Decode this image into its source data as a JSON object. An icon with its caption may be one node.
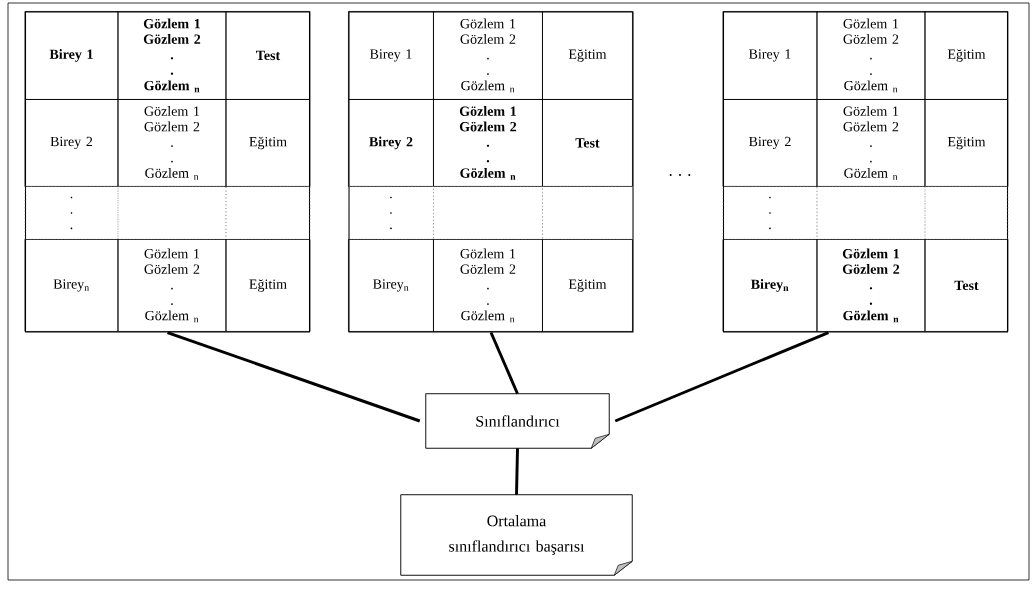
{
  "diagram": {
    "nodes": [
      {
        "text": [],
        "shape": "box"
      },
      {
        "text": [
          "Birey 1"
        ],
        "in": 0
      },
      {
        "text": [
          "Gözlem 1",
          "Gözlem 2",
          ".",
          ".",
          "Gözlem $_{n}$"
        ],
        "in": 0
      },
      {
        "text": [
          "Test"
        ],
        "in": 0
      },
      {
        "text": [
          "Birey 2"
        ],
        "in": 0
      },
      {
        "text": [
          "Gözlem 1",
          "Gözlem 2",
          ".",
          ".",
          "Gözlem $_{n}$"
        ],
        "in": 0
      },
      {
        "text": [
          "Eğitim"
        ],
        "in": 0
      },
      {
        "text": [
          ".",
          ".",
          "."
        ],
        "in": 0
      },
      {
        "text": [],
        "shape": "box",
        "in": 0
      },
      {
        "text": [],
        "shape": "box",
        "in": 0
      },
      {
        "text": [
          "Birey$_{n}$"
        ],
        "in": 0
      },
      {
        "text": [
          "Gözlem 1",
          "Gözlem 2",
          ".",
          ".",
          "Gözlem $_{n}$"
        ],
        "in": 0
      },
      {
        "text": [
          "Eğitim"
        ],
        "in": 0
      },
      {
        "text": [],
        "shape": "box"
      },
      {
        "text": [
          "Birey 1"
        ],
        "in": 13
      },
      {
        "text": [
          "Gözlem 1",
          "Gözlem 2",
          ".",
          ".",
          "Gözlem $_{n}$"
        ],
        "in": 13
      },
      {
        "text": [
          "Eğitim"
        ],
        "in": 13
      },
      {
        "text": [
          "Birey 2"
        ],
        "in": 13
      },
      {
        "text": [
          "Gözlem 1",
          "Gözlem 2",
          ".",
          ".",
          "Gözlem $_{n}$"
        ],
        "in": 13
      },
      {
        "text": [
          "Test"
        ],
        "in": 13
      },
      {
        "text": [
          ".",
          ".",
          "."
        ],
        "in": 13
      },
      {
        "text": [],
        "shape": "box",
        "in": 13
      },
      {
        "text": [],
        "shape": "box",
        "in": 13
      },
      {
        "text": [
          "Birey$_{n}$"
        ],
        "in": 13
      },
      {
        "text": [
          "Gözlem 1",
          "Gözlem 2",
          ".",
          ".",
          "Gözlem $_{n}$"
        ],
        "in": 13
      },
      {
        "text": [
          "Eğitim"
        ],
        "in": 13
      },
      {
        "text": [],
        "shape": "box"
      },
      {
        "text": [
          "Birey 1"
        ],
        "in": 26
      },
      {
        "text": [
          "Gözlem 1",
          "Gözlem 2",
          ".",
          ".",
          "Gözlem $_{n}$"
        ],
        "in": 26
      },
      {
        "text": [
          "Eğitim"
        ],
        "in": 26
      },
      {
        "text": [
          "Birey 2"
        ],
        "in": 26
      },
      {
        "text": [
          "Gözlem 1",
          "Gözlem 2",
          ".",
          ".",
          "Gözlem $_{n}$"
        ],
        "in": 26
      },
      {
        "text": [
          "Eğitim"
        ],
        "in": 26
      },
      {
        "text": [
          ".",
          ".",
          "."
        ],
        "in": 26
      },
      {
        "text": [],
        "shape": "box",
        "in": 26
      },
      {
        "text": [],
        "shape": "box",
        "in": 26
      },
      {
        "text": [
          "Birey$_{n}$"
        ],
        "in": 26
      },
      {
        "text": [
          "Gözlem 1",
          "Gözlem 2",
          ".",
          ".",
          "Gözlem $_{n}$"
        ],
        "in": 26
      },
      {
        "text": [
          "Test"
        ],
        "in": 26
      },
      {
        "text": [
          "Sınıflandırıcı"
        ]
      },
      {
        "text": [
          "Ortalama sınıflandırıcı başarısı"
        ]
      }
    ],
    "edges": [
      {
        "from": 0,
        "to": 39,
        "arrow": "none"
      },
      {
        "from": 13,
        "to": 39,
        "arrow": "none"
      },
      {
        "from": 26,
        "to": 39,
        "arrow": "none"
      },
      {
        "from": 39,
        "to": 40,
        "arrow": "none"
      }
    ],
    "labels": [
      ". . ."
    ]
  }
}
